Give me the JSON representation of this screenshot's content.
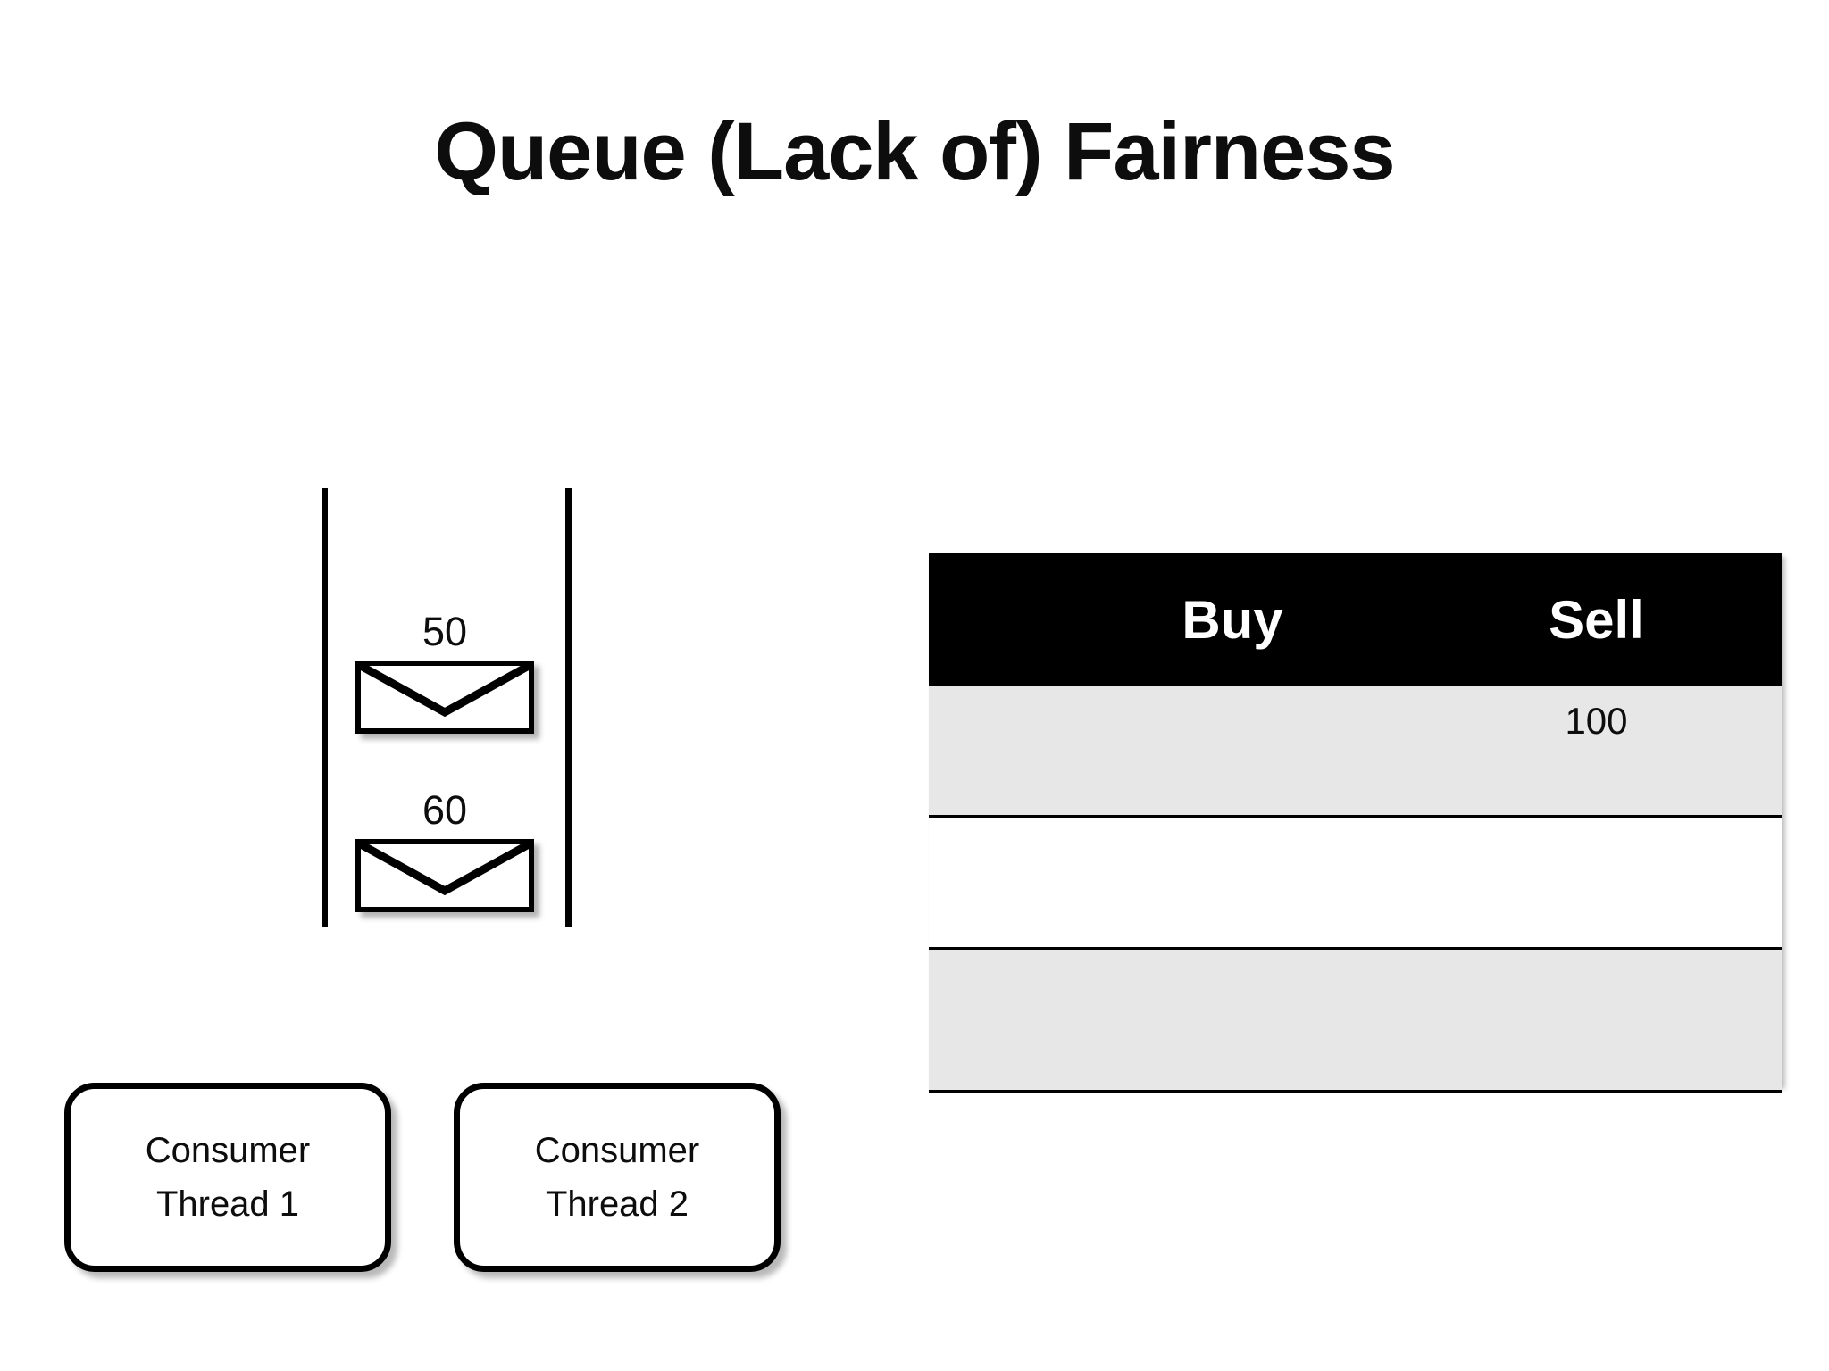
{
  "slide": {
    "title": "Queue (Lack of) Fairness"
  },
  "queue": {
    "name": "message-queue",
    "items": [
      {
        "label": "50",
        "icon": "envelope-icon"
      },
      {
        "label": "60",
        "icon": "envelope-icon"
      }
    ]
  },
  "threads": [
    {
      "label": "Consumer\nThread 1"
    },
    {
      "label": "Consumer\nThread 2"
    }
  ],
  "order_book": {
    "headers": [
      "",
      "Buy",
      "Sell"
    ],
    "rows": [
      {
        "shaded": true,
        "cells": [
          "",
          "",
          "100"
        ]
      },
      {
        "shaded": false,
        "cells": [
          "",
          "",
          ""
        ]
      },
      {
        "shaded": true,
        "cells": [
          "",
          "",
          ""
        ]
      }
    ]
  },
  "colors": {
    "header_background": "#000000",
    "header_text": "#FFFFFF",
    "row_shaded": "#E7E7E7",
    "row_plain": "#FFFFFF",
    "ink": "#000000",
    "page_background": "#FFFFFF"
  }
}
